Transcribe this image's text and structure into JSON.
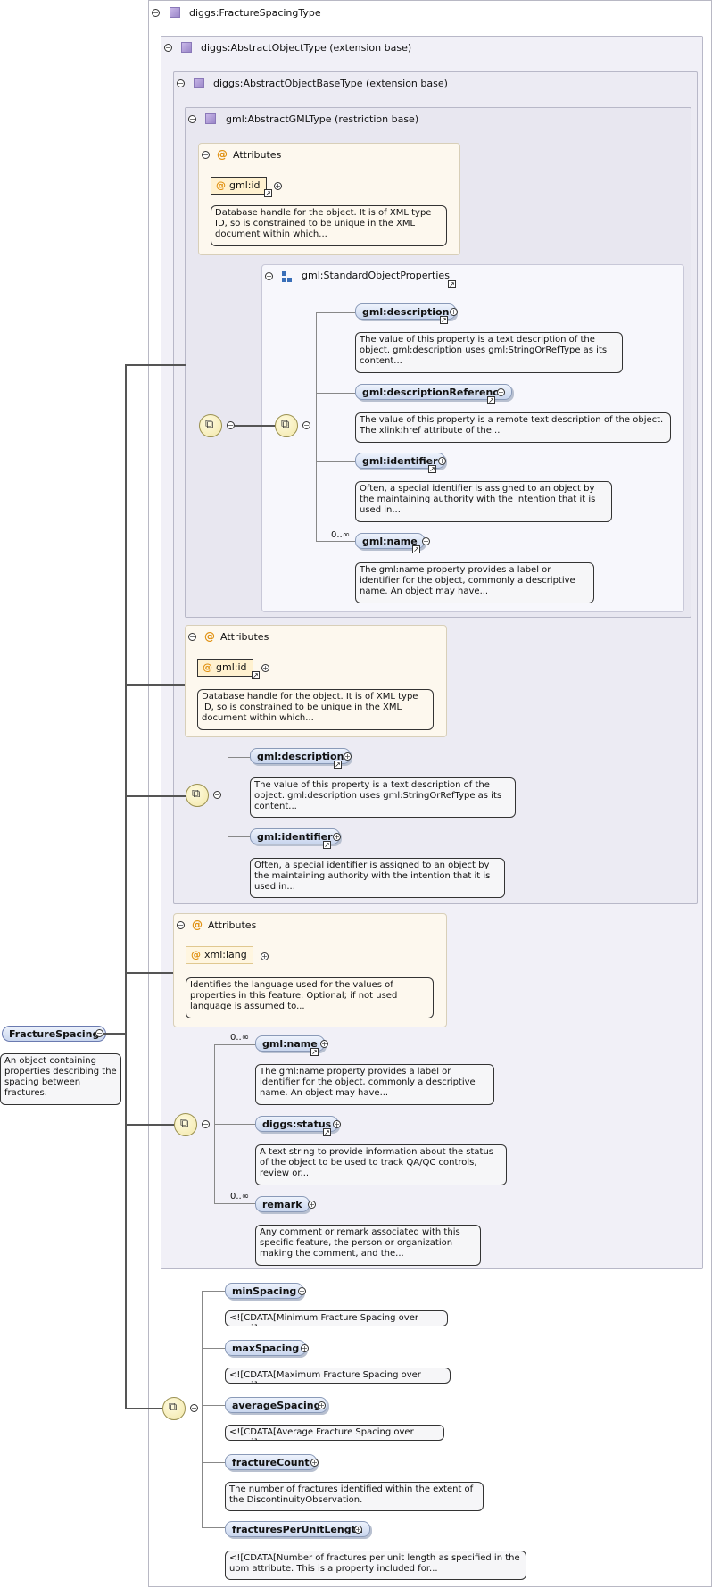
{
  "root": {
    "name": "FractureSpacing",
    "doc": "An object containing properties describing the spacing between fractures."
  },
  "types": {
    "t1": "diggs:FractureSpacingType",
    "t2": "diggs:AbstractObjectType (extension base)",
    "t3": "diggs:AbstractObjectBaseType (extension base)",
    "t4": "gml:AbstractGMLType (restriction base)",
    "sop": "gml:StandardObjectProperties"
  },
  "attributes_label": "Attributes",
  "gml_id": {
    "name": "gml:id",
    "doc": "Database handle for the object. It is of XML type ID, so is constrained to be unique in the XML document within which..."
  },
  "xml_lang": {
    "name": "xml:lang",
    "doc": "Identifies the language used for the values of properties in this feature. Optional; if not used language is assumed to..."
  },
  "elements": {
    "description": {
      "name": "gml:description",
      "doc": "The value of this property is a text description of the object. gml:description uses gml:StringOrRefType as its content..."
    },
    "descriptionReference": {
      "name": "gml:descriptionReference",
      "doc": "The value of this property is a remote text description of the object. The xlink:href attribute of the..."
    },
    "identifier": {
      "name": "gml:identifier",
      "doc": "Often, a special identifier is assigned to an object by the maintaining authority with the intention that it is used in..."
    },
    "name": {
      "name": "gml:name",
      "doc": "The gml:name property provides a label or identifier for the object, commonly a descriptive name. An object may have..."
    },
    "status": {
      "name": "diggs:status",
      "doc": "A text string to provide information about the status of the object to be used to track QA/QC controls, review or..."
    },
    "remark": {
      "name": "remark",
      "doc": "Any comment or remark associated with this specific feature, the person or organization making the comment, and the..."
    },
    "minSpacing": {
      "name": "minSpacing",
      "doc": "<![CDATA[Minimum Fracture Spacing over zone]]>"
    },
    "maxSpacing": {
      "name": "maxSpacing",
      "doc": "<![CDATA[Maximum Fracture Spacing over zone]]>"
    },
    "averageSpacing": {
      "name": "averageSpacing",
      "doc": "<![CDATA[Average Fracture Spacing over zone]]>"
    },
    "fractureCount": {
      "name": "fractureCount",
      "doc": "The number of fractures identified within the extent of the DiscontinuityObservation."
    },
    "fracturesPerUnitLength": {
      "name": "fracturesPerUnitLength",
      "doc": "<![CDATA[Number of fractures per unit length as specified in the uom attribute. This is a property included for..."
    }
  },
  "occurrence": "0..∞",
  "icons": {
    "collapse": "minus-circle",
    "expand": "plus-circle",
    "ref": "arrow-ref",
    "sequence": "sequence-compositor"
  }
}
